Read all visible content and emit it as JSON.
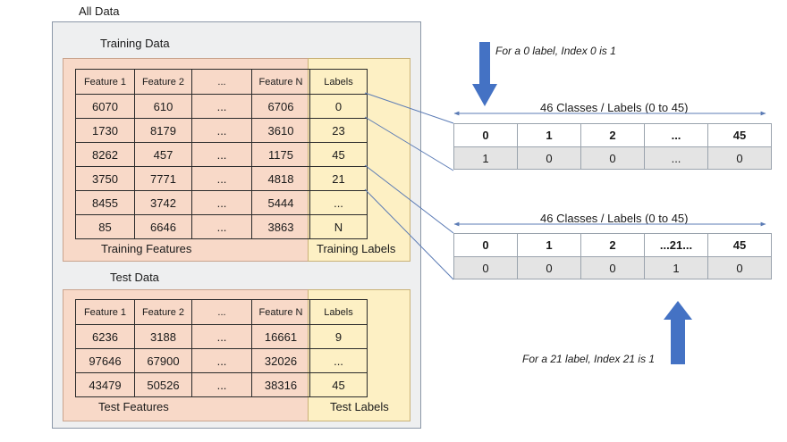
{
  "all_data_title": "All Data",
  "training": {
    "title": "Training Data",
    "headers": [
      "Feature 1",
      "Feature 2",
      "...",
      "Feature N",
      "Labels"
    ],
    "rows": [
      [
        "6070",
        "610",
        "...",
        "6706",
        "0"
      ],
      [
        "1730",
        "8179",
        "...",
        "3610",
        "23"
      ],
      [
        "8262",
        "457",
        "...",
        "1175",
        "45"
      ],
      [
        "3750",
        "7771",
        "...",
        "4818",
        "21"
      ],
      [
        "8455",
        "3742",
        "...",
        "5444",
        "..."
      ],
      [
        "85",
        "6646",
        "...",
        "3863",
        "N"
      ]
    ],
    "features_caption": "Training Features",
    "labels_caption": "Training Labels"
  },
  "test": {
    "title": "Test Data",
    "headers": [
      "Feature 1",
      "Feature 2",
      "...",
      "Feature N",
      "Labels"
    ],
    "rows": [
      [
        "6236",
        "3188",
        "...",
        "16661",
        "9"
      ],
      [
        "97646",
        "67900",
        "...",
        "32026",
        "..."
      ],
      [
        "43479",
        "50526",
        "...",
        "38316",
        "45"
      ]
    ],
    "features_caption": "Test Features",
    "labels_caption": "Test Labels"
  },
  "onehot_top": {
    "note": "For a 0 label, Index 0 is 1",
    "span_label": "46 Classes / Labels (0 to 45)",
    "header": [
      "0",
      "1",
      "2",
      "...",
      "45"
    ],
    "values": [
      "1",
      "0",
      "0",
      "...",
      "0"
    ]
  },
  "onehot_bottom": {
    "note": "For a 21 label, Index 21 is 1",
    "span_label": "46 Classes / Labels (0 to 45)",
    "header": [
      "0",
      "1",
      "2",
      "...21...",
      "45"
    ],
    "values": [
      "0",
      "0",
      "0",
      "1",
      "0"
    ]
  },
  "colors": {
    "arrow": "#4472c4",
    "connector": "#5b7bb5",
    "features_fill": "#f8d9c8",
    "labels_fill": "#fdf0c4",
    "panel_fill": "#eeeff0"
  }
}
